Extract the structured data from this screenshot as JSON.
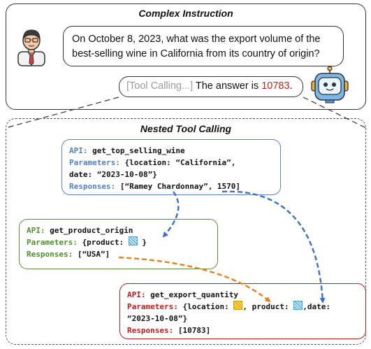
{
  "top": {
    "title": "Complex Instruction",
    "question": "On October 8, 2023, what was the export volume of the best-selling wine in California from its country of origin?",
    "answer_prefix": "[Tool Calling...]",
    "answer_text": "The answer is",
    "answer_value": "10783",
    "answer_end": "."
  },
  "bottom": {
    "title": "Nested Tool Calling"
  },
  "calls": [
    {
      "api_key": "API:",
      "api_name": "get_top_selling_wine",
      "params_key": "Parameters:",
      "params_line1": "{location: “California”,",
      "params_line2": "date: “2023-10-08”}",
      "resp_key": "Responses:",
      "resp_value": "[“Ramey Chardonnay”, 1570]"
    },
    {
      "api_key": "API:",
      "api_name": "get_product_origin",
      "params_key": "Parameters:",
      "params_a": "{product:",
      "params_b": "}",
      "resp_key": "Responses:",
      "resp_value": "[“USA”]"
    },
    {
      "api_key": "API:",
      "api_name": "get_export_quantity",
      "params_key": "Parameters:",
      "params_a": "{location:",
      "params_b": ", product:",
      "params_c": ",date:",
      "params_line2": "“2023-10-08”}",
      "resp_key": "Responses:",
      "resp_value": "[10783]"
    }
  ],
  "colors": {
    "call1": "#5b82c4",
    "call2": "#5b8e3a",
    "call3": "#b81e1e",
    "arrow_blue": "#3a6fc7",
    "arrow_orange": "#e67e22",
    "answer_value": "#cc1f1f"
  },
  "icons": {
    "user": "businessman-avatar-icon",
    "robot": "robot-assistant-icon"
  }
}
